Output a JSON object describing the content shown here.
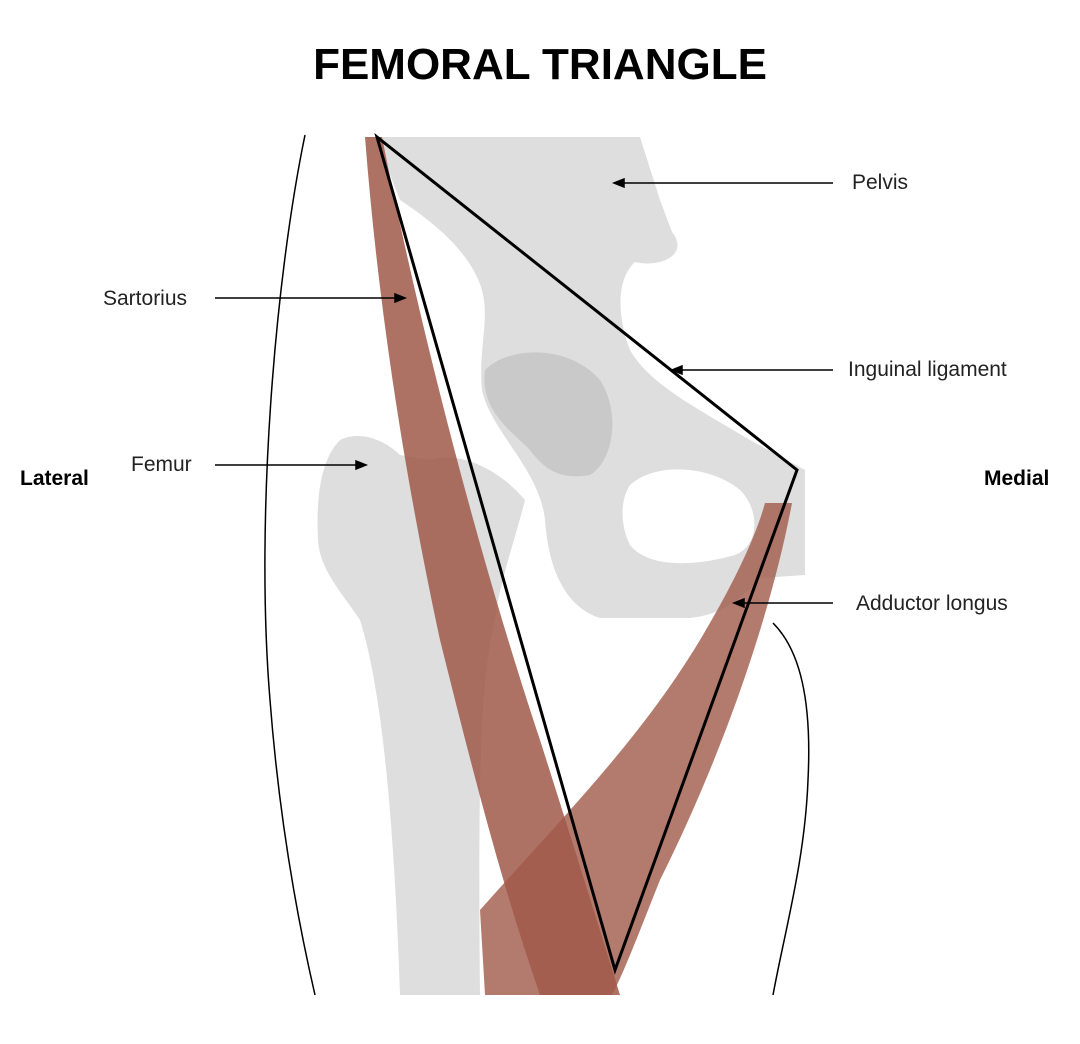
{
  "title": "FEMORAL TRIANGLE",
  "orientation": {
    "left": "Lateral",
    "right": "Medial"
  },
  "labels": {
    "pelvis": "Pelvis",
    "sartorius": "Sartorius",
    "inguinal_ligament": "Inguinal ligament",
    "femur": "Femur",
    "adductor_longus": "Adductor longus"
  },
  "colors": {
    "bone": "#dedede",
    "bone_dark": "#c8c8c8",
    "muscle": "#a0594a",
    "outline": "#000000"
  }
}
